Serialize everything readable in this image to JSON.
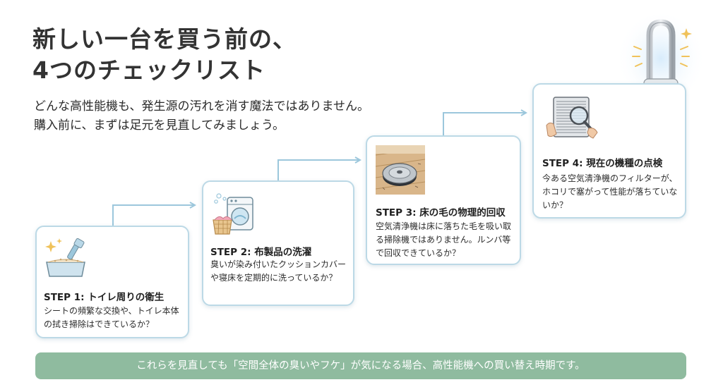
{
  "title": {
    "line1": "新しい一台を買う前の、",
    "line2": "4つのチェックリスト"
  },
  "subtitle": {
    "line1": "どんな高性能機も、発生源の汚れを消す魔法ではありません。",
    "line2": "購入前に、まずは足元を見直してみましょう。"
  },
  "steps": [
    {
      "title": "STEP 1: トイレ周りの衛生",
      "desc": "シートの頻繁な交換や、トイレ本体の拭き掃除はできているか？",
      "icon": "litter-box-icon"
    },
    {
      "title": "STEP 2: 布製品の洗濯",
      "desc": "臭いが染み付いたクッションカバーや寝床を定期的に洗っているか？",
      "icon": "washing-machine-icon"
    },
    {
      "title": "STEP 3: 床の毛の物理的回収",
      "desc": "空気清浄機は床に落ちた毛を吸い取る掃除機ではありません。ルンバ等で回収できているか？",
      "icon": "robot-vacuum-icon"
    },
    {
      "title": "STEP 4: 現在の機種の点検",
      "desc": "今ある空気清浄機のフィルターが、ホコリで塞がって性能が落ちていないか？",
      "icon": "filter-magnifier-icon"
    }
  ],
  "banner": {
    "text": "これらを見直しても「空間全体の臭いやフケ」が気になる場合、高性能機への買い替え時期です。"
  },
  "colors": {
    "card_border": "#bcd9e6",
    "connector": "#9cc7dc",
    "banner_bg": "#8fbb9f",
    "banner_text": "#ffffff",
    "title_text": "#333333"
  }
}
